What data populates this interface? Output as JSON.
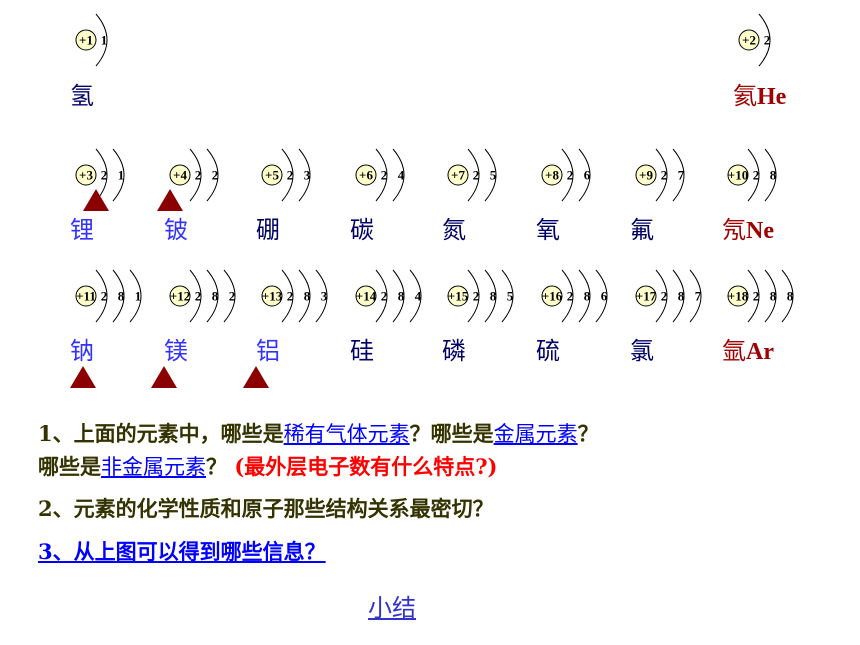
{
  "atoms": [
    {
      "nucleus": "+1",
      "shells": [
        "1"
      ],
      "name": "氢",
      "symbol": "",
      "color": "#000066",
      "marked": false
    },
    {
      "nucleus": "+2",
      "shells": [
        "2"
      ],
      "name": "氦",
      "symbol": "He",
      "color": "#a00000",
      "marked": false
    },
    {
      "nucleus": "+3",
      "shells": [
        "2",
        "1"
      ],
      "name": "锂",
      "symbol": "",
      "color": "#3333ff",
      "marked": true
    },
    {
      "nucleus": "+4",
      "shells": [
        "2",
        "2"
      ],
      "name": "铍",
      "symbol": "",
      "color": "#3333ff",
      "marked": true
    },
    {
      "nucleus": "+5",
      "shells": [
        "2",
        "3"
      ],
      "name": "硼",
      "symbol": "",
      "color": "#000066",
      "marked": false
    },
    {
      "nucleus": "+6",
      "shells": [
        "2",
        "4"
      ],
      "name": "碳",
      "symbol": "",
      "color": "#000066",
      "marked": false
    },
    {
      "nucleus": "+7",
      "shells": [
        "2",
        "5"
      ],
      "name": "氮",
      "symbol": "",
      "color": "#000066",
      "marked": false
    },
    {
      "nucleus": "+8",
      "shells": [
        "2",
        "6"
      ],
      "name": "氧",
      "symbol": "",
      "color": "#000066",
      "marked": false
    },
    {
      "nucleus": "+9",
      "shells": [
        "2",
        "7"
      ],
      "name": "氟",
      "symbol": "",
      "color": "#000066",
      "marked": false
    },
    {
      "nucleus": "+10",
      "shells": [
        "2",
        "8"
      ],
      "name": "氖",
      "symbol": "Ne",
      "color": "#a00000",
      "marked": false
    },
    {
      "nucleus": "+11",
      "shells": [
        "2",
        "8",
        "1"
      ],
      "name": "钠",
      "symbol": "",
      "color": "#3333ff",
      "marked": true
    },
    {
      "nucleus": "+12",
      "shells": [
        "2",
        "8",
        "2"
      ],
      "name": "镁",
      "symbol": "",
      "color": "#3333ff",
      "marked": true
    },
    {
      "nucleus": "+13",
      "shells": [
        "2",
        "8",
        "3"
      ],
      "name": "铝",
      "symbol": "",
      "color": "#3333ff",
      "marked": true
    },
    {
      "nucleus": "+14",
      "shells": [
        "2",
        "8",
        "4"
      ],
      "name": "硅",
      "symbol": "",
      "color": "#000066",
      "marked": false
    },
    {
      "nucleus": "+15",
      "shells": [
        "2",
        "8",
        "5"
      ],
      "name": "磷",
      "symbol": "",
      "color": "#000066",
      "marked": false
    },
    {
      "nucleus": "+16",
      "shells": [
        "2",
        "8",
        "6"
      ],
      "name": "硫",
      "symbol": "",
      "color": "#000066",
      "marked": false
    },
    {
      "nucleus": "+17",
      "shells": [
        "2",
        "8",
        "7"
      ],
      "name": "氯",
      "symbol": "",
      "color": "#000066",
      "marked": false
    },
    {
      "nucleus": "+18",
      "shells": [
        "2",
        "8",
        "8"
      ],
      "name": "氩",
      "symbol": "Ar",
      "color": "#a00000",
      "marked": false
    }
  ],
  "questions": {
    "q1_a": "1、上面的元素中，哪些是",
    "q1_link1": "稀有气体元素",
    "q1_b": "？哪些是",
    "q1_link2": "金属元素",
    "q1_c": "？",
    "q1_d": "哪些是",
    "q1_link3": "非金属元素",
    "q1_e": "？ ",
    "q1_red": "(最外层电子数有什么特点?)",
    "q2": "2、元素的化学性质和原子那些结构关系最密切？",
    "q3": "3、从上图可以得到哪些信息？"
  },
  "summary_link": "小结",
  "colors": {
    "marker": "#8b0000",
    "nucleus_fill": "#ffffcc",
    "link": "#0000ff",
    "emphasis": "#ff0000"
  }
}
